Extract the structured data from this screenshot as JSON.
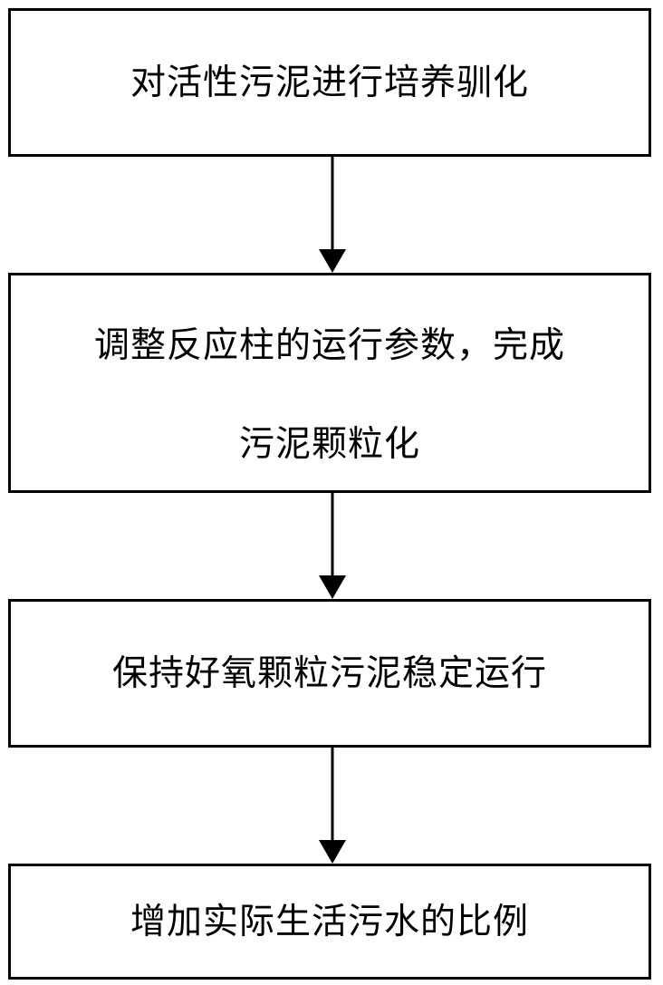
{
  "flowchart": {
    "steps": [
      {
        "lines": [
          "对活性污泥进行培养驯化"
        ]
      },
      {
        "lines": [
          "调整反应柱的运行参数，完成",
          "污泥颗粒化"
        ]
      },
      {
        "lines": [
          "保持好氧颗粒污泥稳定运行"
        ]
      },
      {
        "lines": [
          "增加实际生活污水的比例"
        ]
      }
    ]
  }
}
